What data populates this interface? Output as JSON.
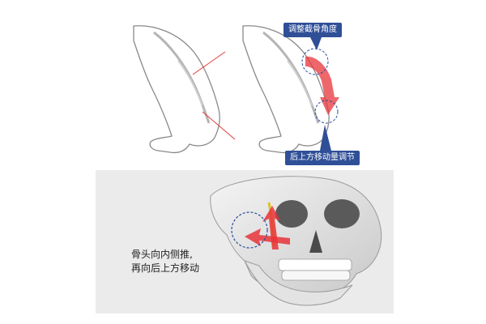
{
  "labels": {
    "adjust_angle": "调整截骨角度",
    "adjust_movement": "后上方移动量调节",
    "caption_line1": "骨头向内侧推,",
    "caption_line2": "再向后上方移动"
  },
  "colors": {
    "callout_bg": "#2f4f97",
    "arrow_red": "#e8343a",
    "cut_line": "#e53935",
    "dashed_circle": "#2a4ea0",
    "bone_outline": "#888888",
    "panel_bg": "#ebebeb"
  }
}
